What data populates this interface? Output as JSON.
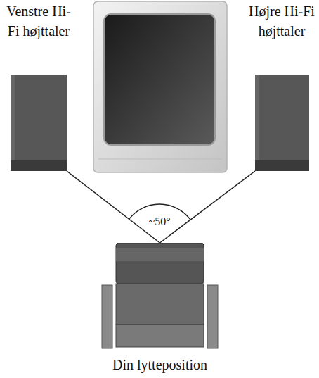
{
  "diagram": {
    "nodes": [
      {
        "text": [
          "Venstre Hi-Fi højttaler"
        ]
      },
      {
        "text": [
          "Højre Hi-Fi højttaler"
        ]
      },
      {
        "text": [
          "Din lytteposition"
        ]
      }
    ],
    "edges": [
      {
        "from": 2,
        "to": 0,
        "arrow": "none"
      },
      {
        "from": 2,
        "to": 1,
        "arrow": "none"
      }
    ],
    "labels": [
      "~50°"
    ]
  }
}
